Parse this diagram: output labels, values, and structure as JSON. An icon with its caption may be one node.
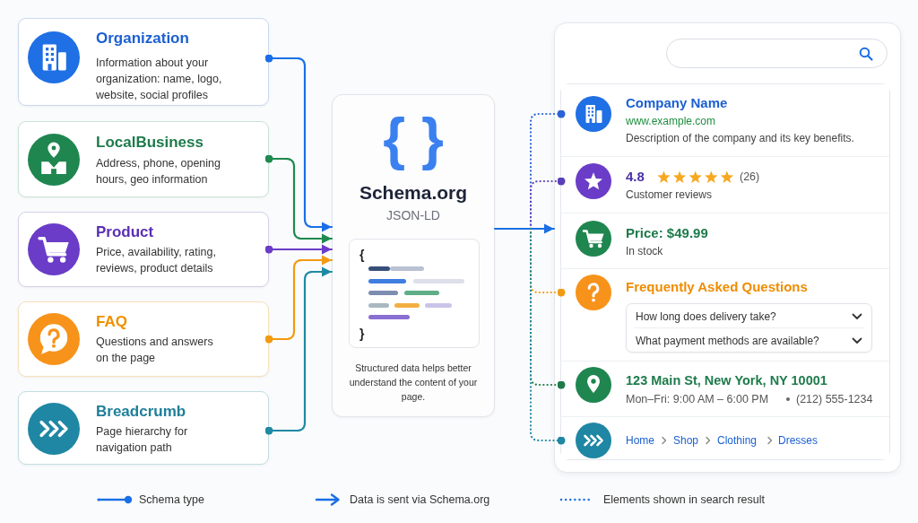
{
  "diagram": {
    "nodes": [
      {
        "text": [
          "Organization",
          "Information about your organization: name, logo, website, social profiles"
        ]
      },
      {
        "text": [
          "LocalBusiness",
          "Address, phone, opening hours, geo information"
        ]
      },
      {
        "text": [
          "Product",
          "Price, availability, rating, reviews, product details"
        ]
      },
      {
        "text": [
          "FAQ",
          "Questions and answers on the page"
        ]
      },
      {
        "text": [
          "Breadcrumb",
          "Page hierarchy for navigation path"
        ]
      },
      {
        "text": [
          "{ }",
          "Schema.org",
          "JSON-LD",
          "Structured data helps better understand the content of your page."
        ]
      },
      {
        "text": [
          "{",
          "}"
        ],
        "in": 5
      },
      {
        "text": [],
        "shape": "box"
      },
      {
        "text": [],
        "shape": "box",
        "in": 7
      },
      {
        "text": [
          "Company Name",
          "www.example.com",
          "Description of the company and its key benefits."
        ],
        "in": 8
      },
      {
        "text": [
          "4.8",
          "(26)",
          "Customer reviews"
        ],
        "in": 8
      },
      {
        "text": [
          "Price: $49.99",
          "In stock"
        ],
        "in": 8
      },
      {
        "text": [
          "Frequently Asked Questions"
        ],
        "in": 8
      },
      {
        "text": [
          "How long does delivery take?",
          "What payment methods are available?"
        ],
        "in": 12
      },
      {
        "text": [
          "123 Main St, New York, NY 10001",
          "Mon–Fri: 9:00 AM – 6:00 PM",
          "(212) 555-1234"
        ],
        "in": 8
      },
      {
        "text": [
          "Home",
          "Shop",
          "Clothing",
          "Dresses"
        ],
        "in": 8
      }
    ],
    "edges": [
      {
        "from": 0,
        "to": 5,
        "arrow": "to",
        "color": "#1a6fe6"
      },
      {
        "from": 1,
        "to": 5,
        "arrow": "to",
        "color": "#1e8a4f"
      },
      {
        "from": 2,
        "to": 5,
        "arrow": "to",
        "color": "#6a3cc7"
      },
      {
        "from": 3,
        "to": 5,
        "arrow": "to",
        "color": "#f29a12"
      },
      {
        "from": 4,
        "to": 5,
        "arrow": "to",
        "color": "#1f8aa3"
      },
      {
        "from": 5,
        "to": 7,
        "arrow": "to",
        "color": "#1a6fe6"
      },
      {
        "from": null,
        "to": 9,
        "arrow": "other",
        "style": "dashed",
        "color": "#2a63d6"
      },
      {
        "from": null,
        "to": 10,
        "arrow": "other",
        "style": "dashed",
        "color": "#5b3fb8"
      },
      {
        "from": null,
        "to": 12,
        "arrow": "other",
        "style": "dashed",
        "color": "#f29a12"
      },
      {
        "from": null,
        "to": 14,
        "arrow": "other",
        "style": "dashed",
        "color": "#1e7b4b"
      },
      {
        "from": null,
        "to": 15,
        "arrow": "other",
        "style": "dashed",
        "color": "#1f87a3"
      }
    ],
    "legend": [
      {
        "text": "Schema type"
      },
      {
        "text": "Data is sent via Schema.org"
      },
      {
        "text": "Elements shown in search result"
      }
    ]
  }
}
